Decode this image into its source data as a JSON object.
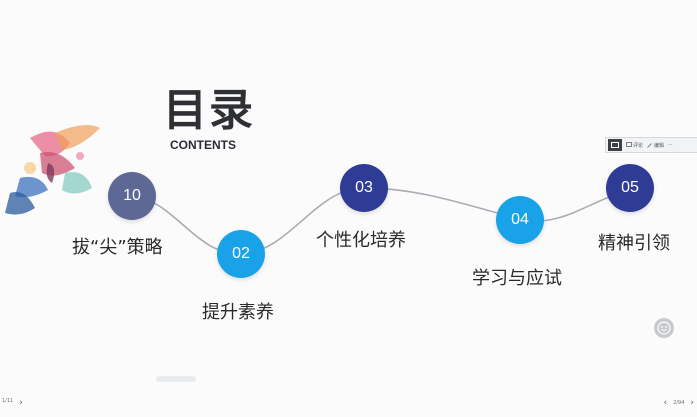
{
  "slide": {
    "title": "目录",
    "subtitle": "CONTENTS",
    "items": [
      {
        "number": "10",
        "label": "拔“尖”策略"
      },
      {
        "number": "02",
        "label": "提升素养"
      },
      {
        "number": "03",
        "label": "个性化培养"
      },
      {
        "number": "04",
        "label": "学习与应试"
      },
      {
        "number": "05",
        "label": "精神引领"
      }
    ]
  },
  "colors": {
    "node_dark": "#2f3c96",
    "node_gray": "#5d6895",
    "node_light": "#1aa2e8",
    "curve": "#a9acb2"
  },
  "toolbar": {
    "items": [
      {
        "icon": "presentation-icon",
        "label": ""
      },
      {
        "icon": "comment-icon",
        "label": "评论"
      },
      {
        "icon": "edit-icon",
        "label": "编辑"
      },
      {
        "icon": "more-icon",
        "label": ""
      }
    ]
  },
  "footer": {
    "left_page": "1/11",
    "left_sub": "下一页",
    "right_page": "2/94",
    "right_sub": "下一页"
  }
}
